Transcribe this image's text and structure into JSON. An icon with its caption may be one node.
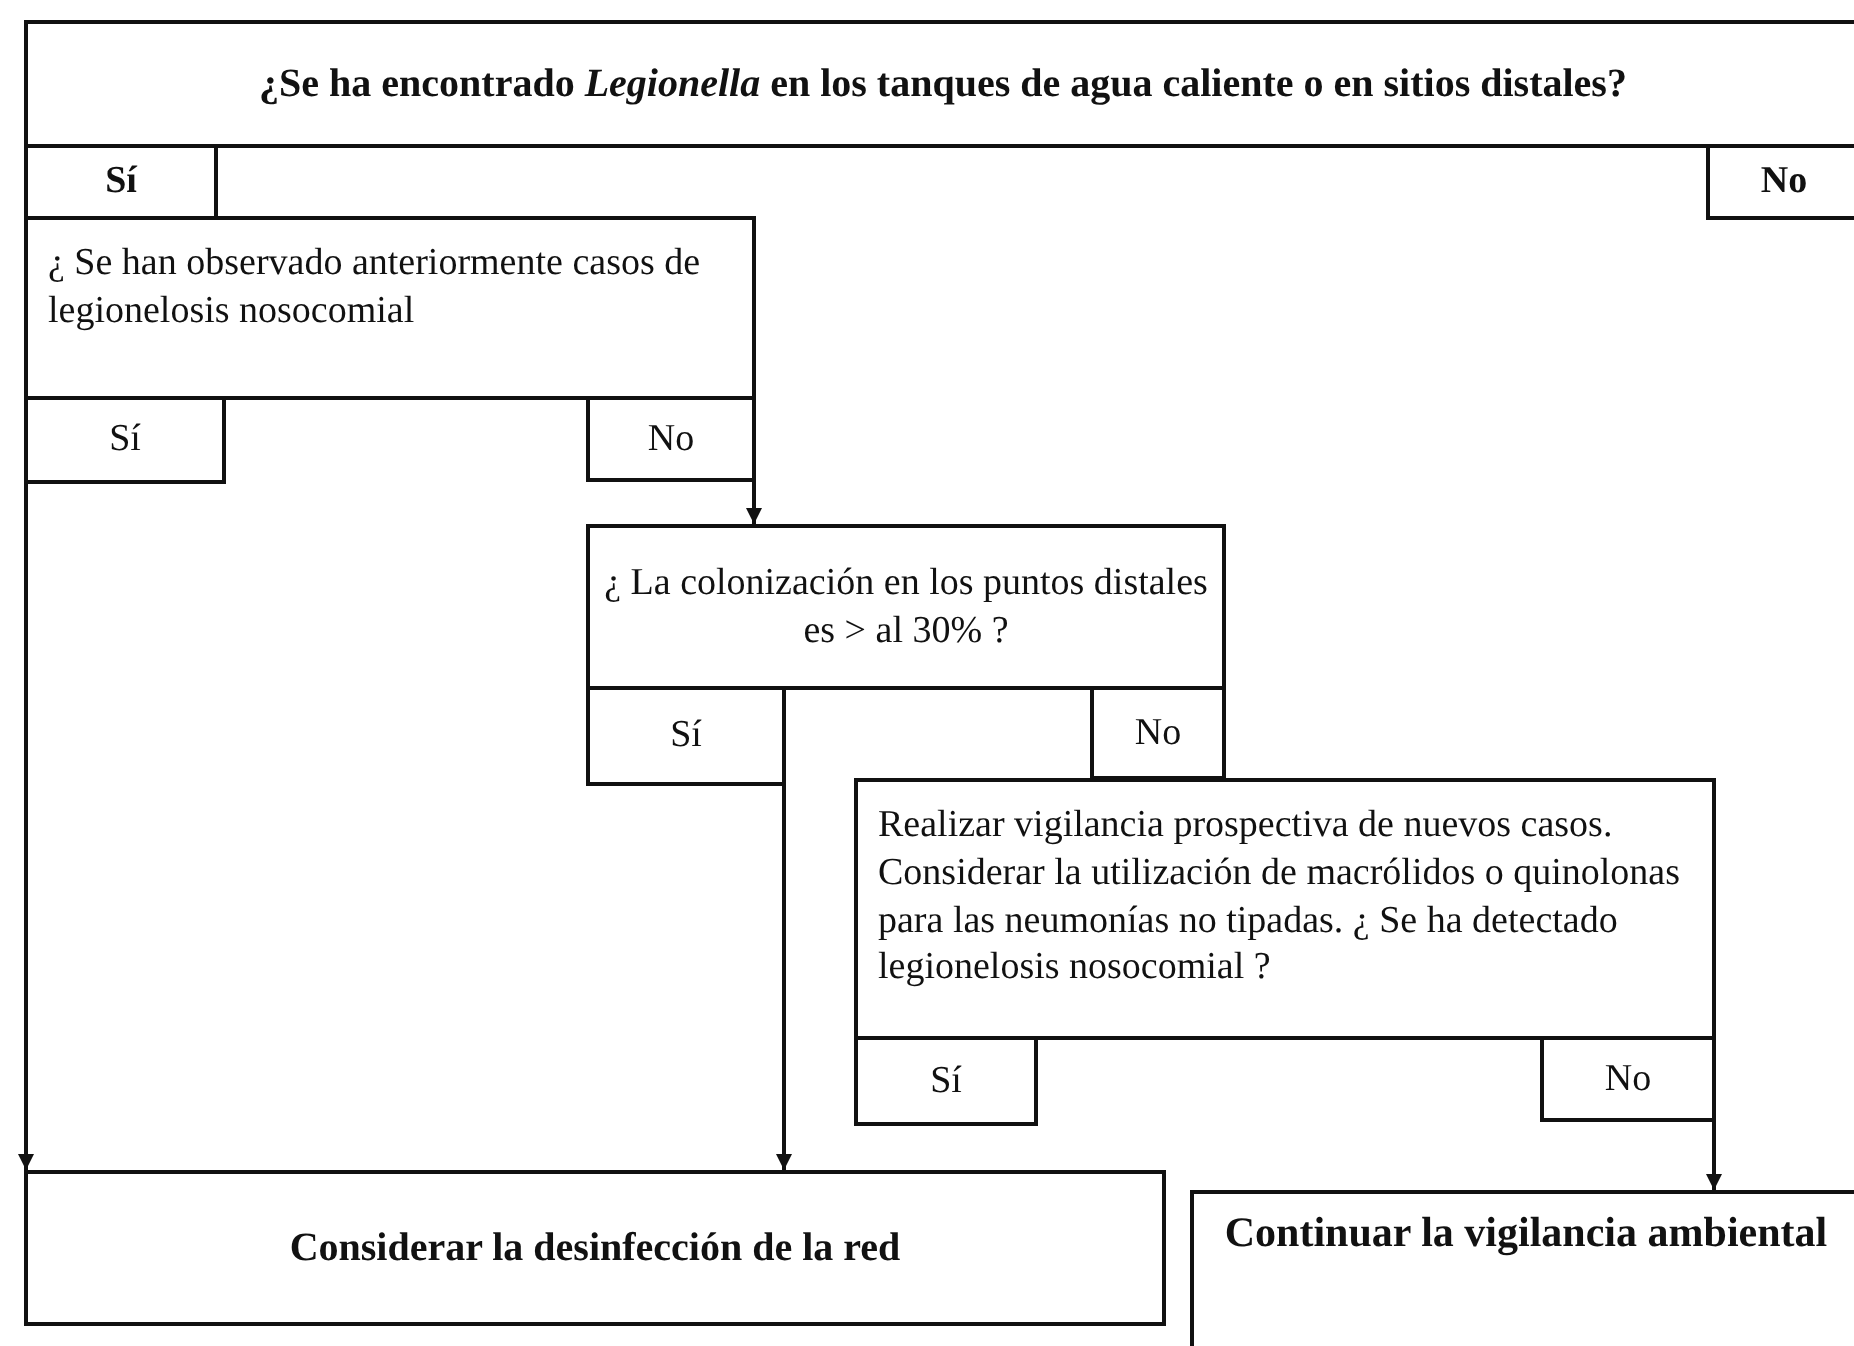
{
  "diagram": {
    "nodes": [
      {
        "text": [
          "¿Se ha encontrado *Legionella* en los tanques de agua caliente o en sitios distales?"
        ]
      },
      {
        "text": [
          "Sí"
        ]
      },
      {
        "text": [
          "No"
        ]
      },
      {
        "text": [
          "¿ Se han observado anteriormente casos de legionelosis nosocomial"
        ]
      },
      {
        "text": [
          "Sí"
        ]
      },
      {
        "text": [
          "No"
        ]
      },
      {
        "text": [
          "¿ La colonización en los puntos distales es > al 30% ?"
        ]
      },
      {
        "text": [
          "Sí"
        ]
      },
      {
        "text": [
          "No"
        ]
      },
      {
        "text": [
          "Realizar vigilancia prospectiva de nuevos casos. Considerar la utilización de macrólidos o quinolonas para las neumonías no tipadas. ¿ Se ha detectado legionelosis nosocomial ?"
        ]
      },
      {
        "text": [
          "Sí"
        ]
      },
      {
        "text": [
          "No"
        ]
      },
      {
        "text": [
          "Considerar la desinfección de la red"
        ]
      },
      {
        "text": [
          "Continuar la vigilancia ambiental"
        ]
      }
    ],
    "edges": [
      {
        "from": 4,
        "to": 12,
        "arrow": "to"
      },
      {
        "from": 5,
        "to": 6,
        "arrow": "to"
      },
      {
        "from": 7,
        "to": 12,
        "arrow": "to"
      },
      {
        "from": 11,
        "to": 13,
        "arrow": "to"
      }
    ]
  }
}
